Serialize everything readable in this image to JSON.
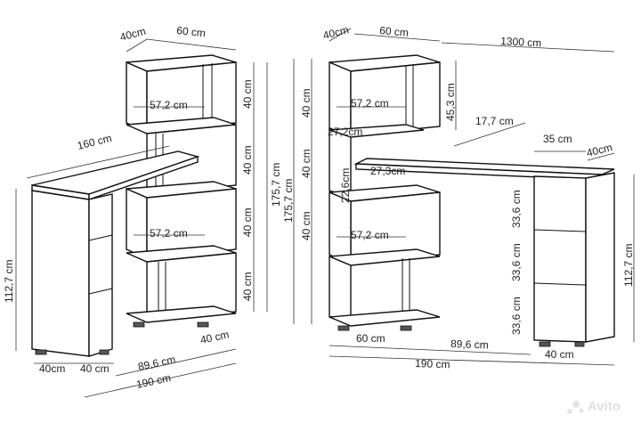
{
  "left_view": {
    "dims": {
      "top_depth": "40cm",
      "top_width": "60 cm",
      "shelf_inner_1": "57,2 cm",
      "shelf_inner_2": "57,2 cm",
      "desk_length": "160 cm",
      "h1": "40 cm",
      "h2": "40 cm",
      "h3": "40 cm",
      "h4": "40 cm",
      "total_height": "175,7 cm",
      "desk_height": "112,7 cm",
      "bottom_depth": "40cm",
      "bottom_depth_b": "40 cm",
      "bottom_width": "40 cm",
      "span": "89,6 cm",
      "total_width": "190 cm"
    }
  },
  "right_view": {
    "dims": {
      "top_depth": "40cm",
      "top_width": "60 cm",
      "overall_length": "1300 cm",
      "h1": "40 cm",
      "h2": "40 cm",
      "h3": "40 cm",
      "top_box_height": "45,3 cm",
      "shelf_inner_1": "57,2 cm",
      "shelf_inner_2": "57,2 cm",
      "gap_width": "27,2cm",
      "gap_height": "22,6cm",
      "gap_width_b": "27,3cm",
      "desk_offset": "17,7 cm",
      "cab_width": "35 cm",
      "cab_depth": "40cm",
      "total_height": "175,7 cm",
      "cab_shelf_1": "33,6 cm",
      "cab_shelf_2": "33,6 cm",
      "cab_shelf_3": "33,6 cm",
      "desk_height": "112,7 cm",
      "bottom_width": "60 cm",
      "span": "89,6 cm",
      "total_width": "190 cm",
      "bottom_cab_width": "40 cm"
    }
  },
  "watermark": "Avito"
}
